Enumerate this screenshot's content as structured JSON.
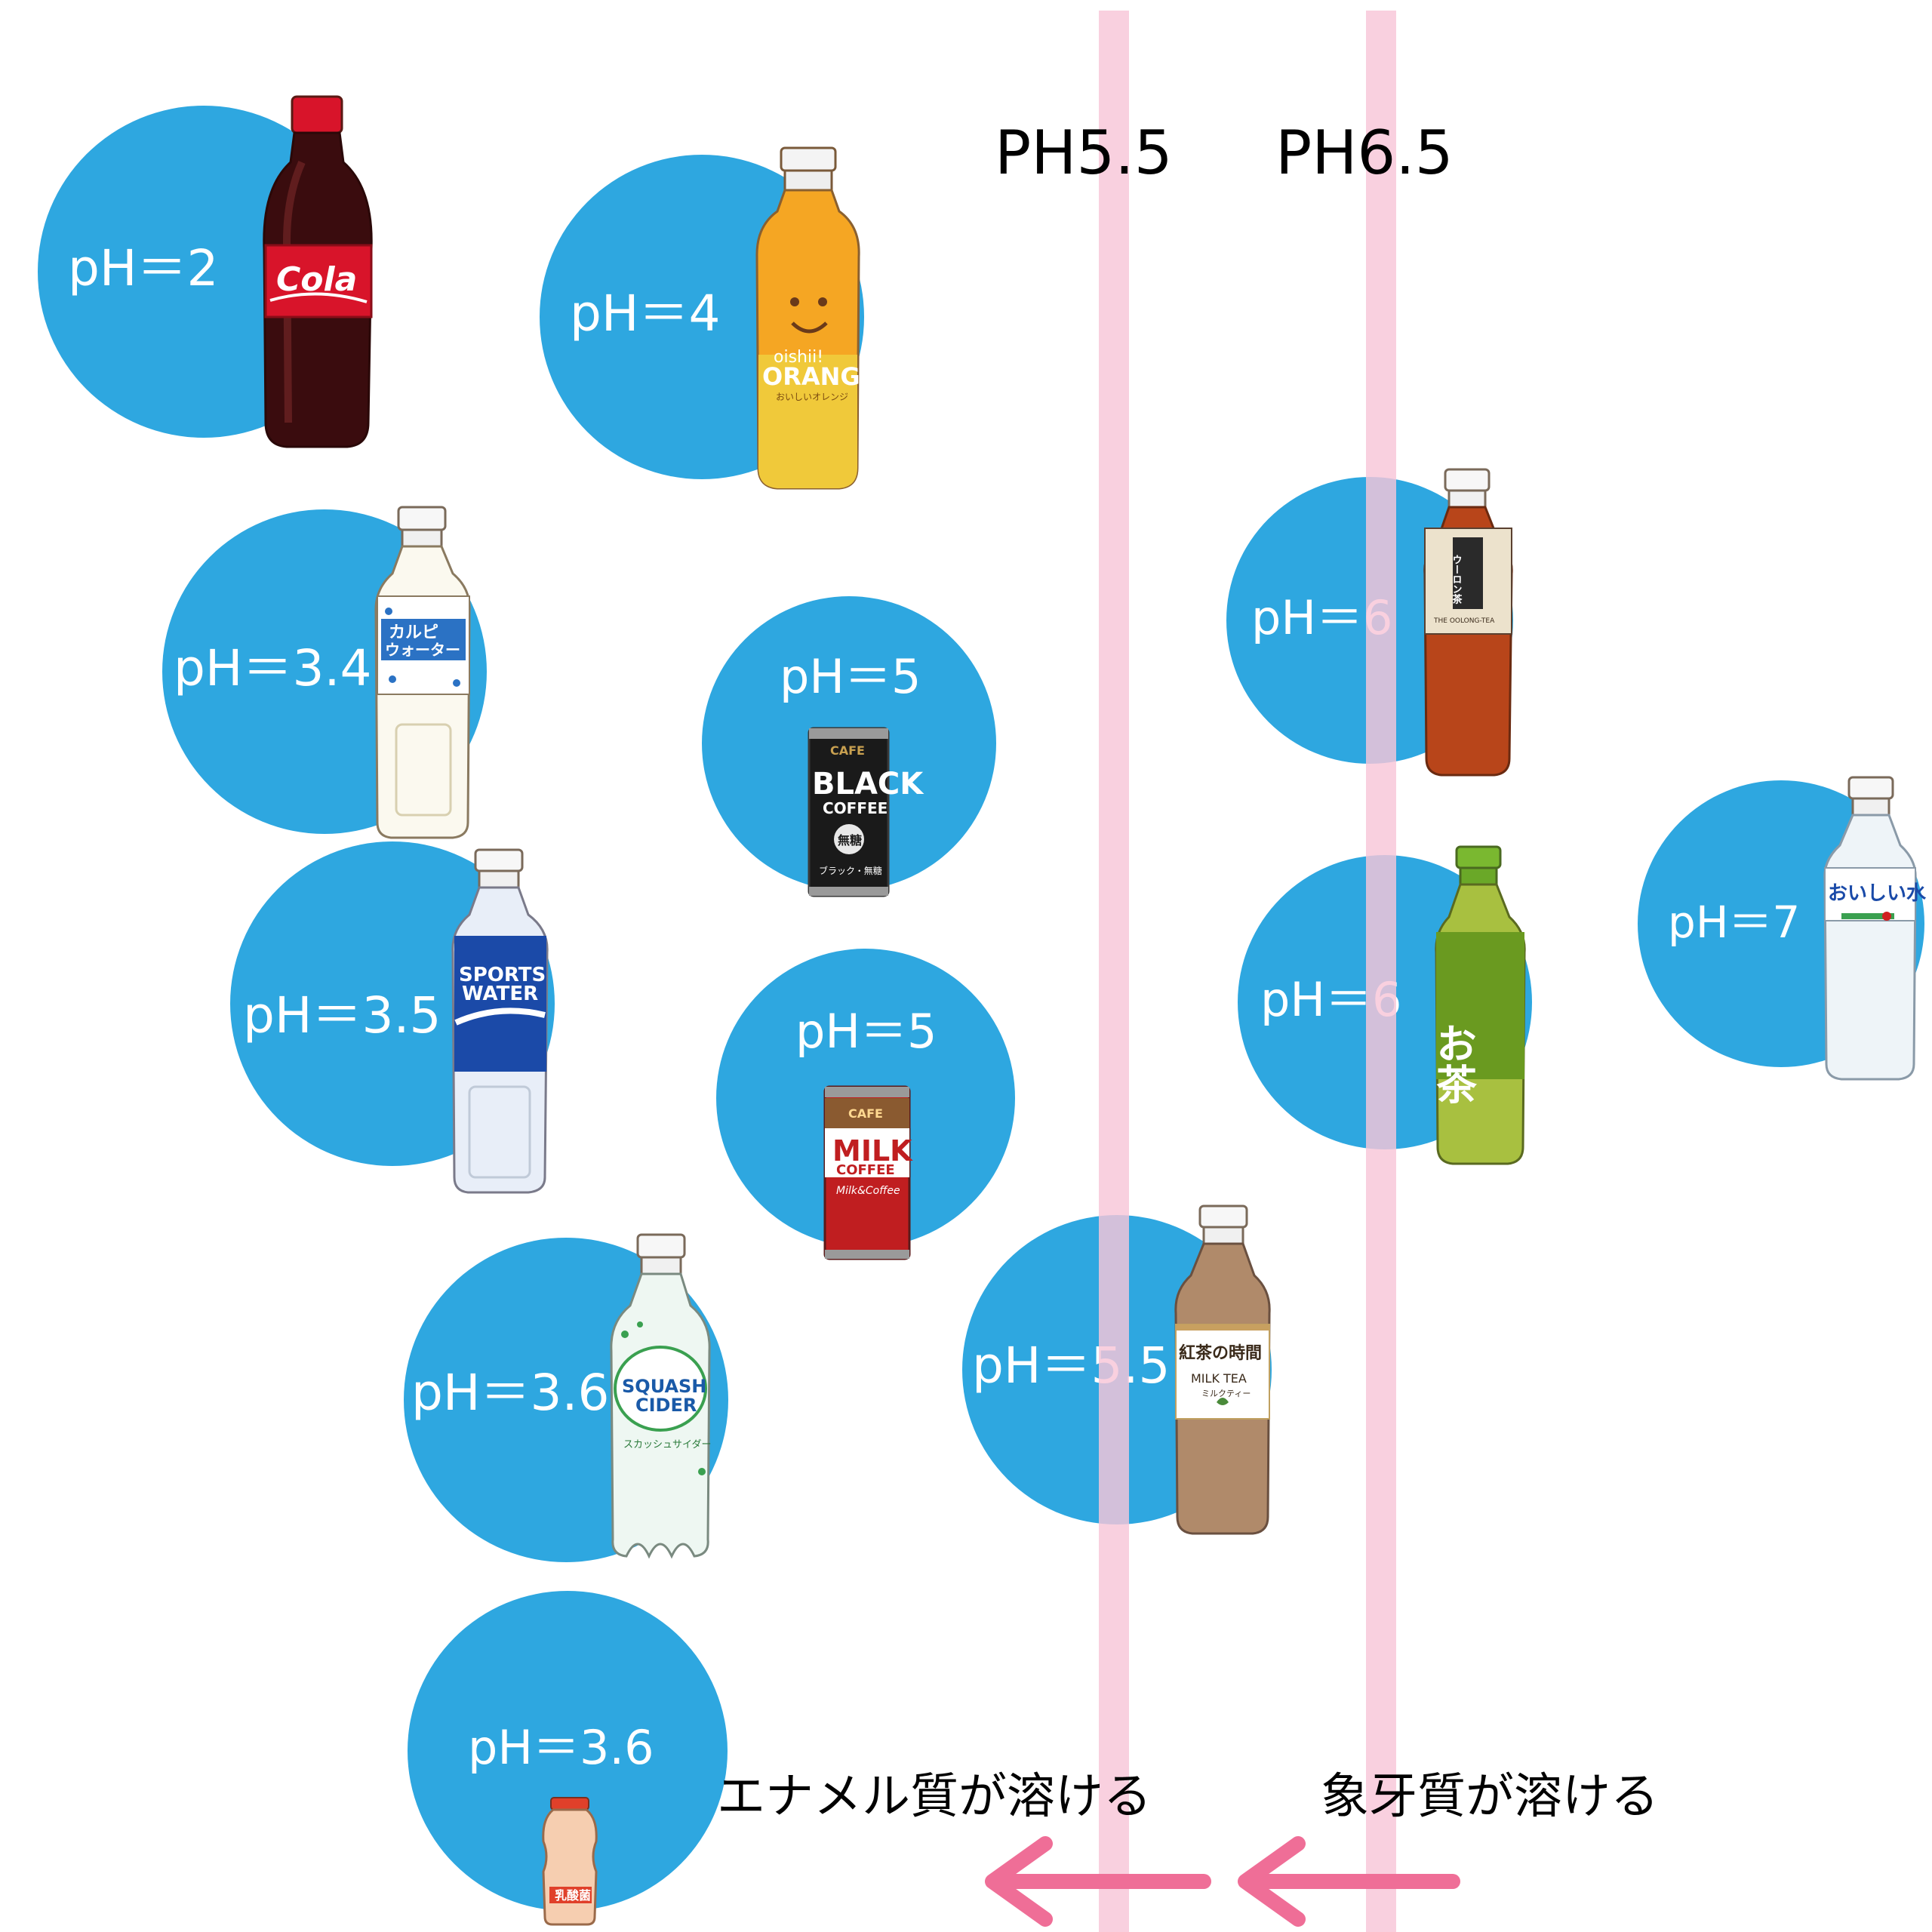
{
  "thresholds": [
    {
      "label": "PH5.5",
      "ph": 5.5
    },
    {
      "label": "PH6.5",
      "ph": 6.5
    }
  ],
  "notes": {
    "enamel": "エナメル質が溶ける",
    "dentin": "象牙質が溶ける"
  },
  "drinks": [
    {
      "id": "cola",
      "label": "pH＝2",
      "ph": 2,
      "product_text": [
        "Cola"
      ]
    },
    {
      "id": "orange",
      "label": "pH＝4",
      "ph": 4,
      "product_text": [
        "oishii!",
        "ORANGE",
        "おいしいオレンジ"
      ]
    },
    {
      "id": "calpis",
      "label": "pH＝3.4",
      "ph": 3.4,
      "product_text": [
        "カルピ",
        "ウォーター"
      ]
    },
    {
      "id": "black-coffee",
      "label": "pH＝5",
      "ph": 5,
      "product_text": [
        "CAFE",
        "BLACK",
        "COFFEE",
        "無糖",
        "ブラック・無糖"
      ]
    },
    {
      "id": "sports-water",
      "label": "pH＝3.5",
      "ph": 3.5,
      "product_text": [
        "SPORTS",
        "WATER"
      ]
    },
    {
      "id": "milk-coffee",
      "label": "pH＝5",
      "ph": 5,
      "product_text": [
        "CAFE",
        "MILK",
        "COFFEE",
        "Milk&Coffee"
      ]
    },
    {
      "id": "squash-cider",
      "label": "pH＝3.6",
      "ph": 3.6,
      "product_text": [
        "SQUASH",
        "CIDER",
        "スカッシュサイダー"
      ]
    },
    {
      "id": "milk-tea",
      "label": "pH＝5.5",
      "ph": 5.5,
      "product_text": [
        "紅茶の時間",
        "MILK TEA",
        "ミルクティー"
      ]
    },
    {
      "id": "yakult",
      "label": "pH＝3.6",
      "ph": 3.6,
      "product_text": [
        "乳酸菌"
      ]
    },
    {
      "id": "oolong",
      "label": "pH＝6",
      "ph": 6,
      "product_text": [
        "ウーロン茶",
        "THE OOLONG-TEA"
      ]
    },
    {
      "id": "green-tea",
      "label": "pH＝6",
      "ph": 6,
      "product_text": [
        "お茶"
      ]
    },
    {
      "id": "water",
      "label": "pH＝7",
      "ph": 7,
      "product_text": [
        "おいしい水"
      ]
    }
  ],
  "colors": {
    "circle": "#2ea7e0",
    "threshold_line": "#f8c6d8",
    "arrow": "#ef6e97"
  }
}
